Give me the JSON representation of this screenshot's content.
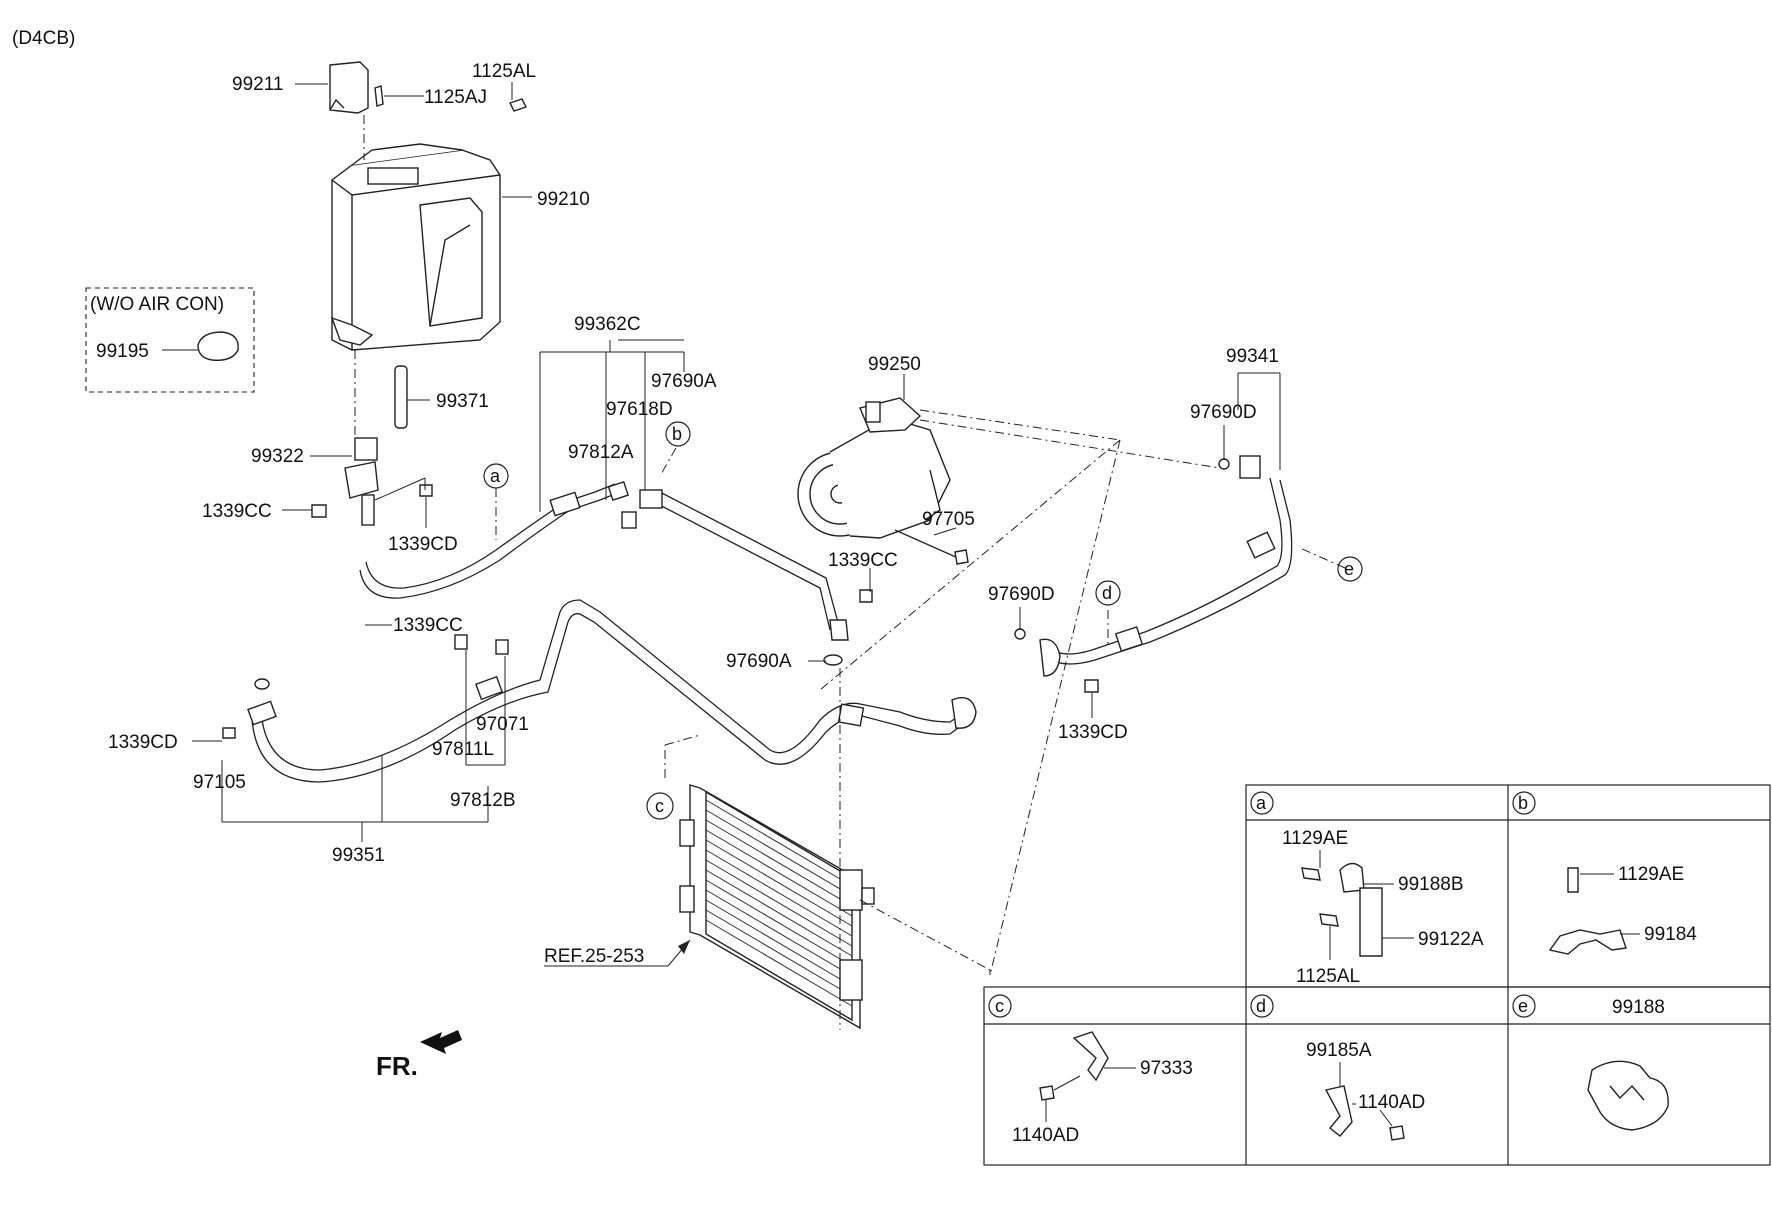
{
  "engine_code": "(D4CB)",
  "wo_air_con": "(W/O AIR CON)",
  "front_label": "FR.",
  "reference": "REF.25-253",
  "callouts": [
    "a",
    "b",
    "c",
    "d",
    "e"
  ],
  "labels": {
    "p99211": "99211",
    "p1125AL_top": "1125AL",
    "p1125AJ": "1125AJ",
    "p99210": "99210",
    "p99195": "99195",
    "p99371": "99371",
    "p99362C": "99362C",
    "p97690A_top": "97690A",
    "p97618D": "97618D",
    "p97812A": "97812A",
    "p99322": "99322",
    "p1339CC_left": "1339CC",
    "p1339CD_upper": "1339CD",
    "p1339CC_mid": "1339CC",
    "p1339CC_lower": "1339CC",
    "p97690A_mid": "97690A",
    "p1339CD_left": "1339CD",
    "p97105": "97105",
    "p97071": "97071",
    "p97811L": "97811L",
    "p97812B": "97812B",
    "p99351": "99351",
    "p99250": "99250",
    "p97705": "97705",
    "p99341": "99341",
    "p97690D_top": "97690D",
    "p97690D_mid": "97690D",
    "p1339CD_right": "1339CD"
  },
  "detail_table": {
    "a": {
      "parts": [
        "1129AE",
        "99188B",
        "99122A",
        "1125AL"
      ]
    },
    "b": {
      "parts": [
        "1129AE",
        "99184"
      ]
    },
    "c": {
      "parts": [
        "97333",
        "1140AD"
      ]
    },
    "d": {
      "parts": [
        "99185A",
        "1140AD"
      ]
    },
    "e": {
      "title": "99188"
    }
  }
}
